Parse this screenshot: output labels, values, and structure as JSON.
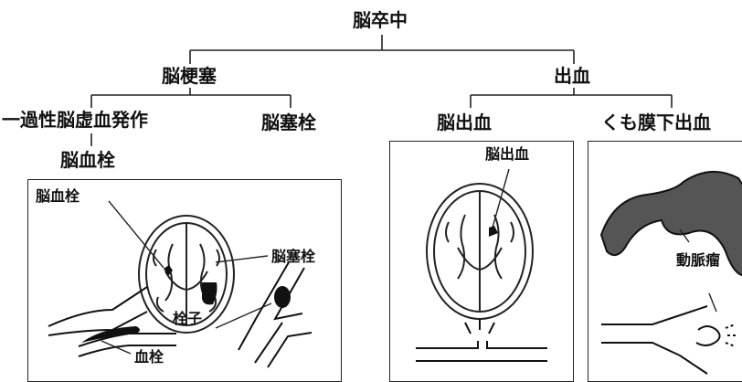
{
  "tree": {
    "root": "脳卒中",
    "level1": [
      "脳梗塞",
      "出血"
    ],
    "infarction_types": [
      "一過性脳虚血発作",
      "脳塞栓"
    ],
    "tia_note": "脳血栓",
    "hemorrhage_types": [
      "脳出血",
      "くも膜下出血"
    ]
  },
  "panels": {
    "infarction": {
      "thrombus": "脳血栓",
      "embolism": "脳塞栓",
      "embolus": "栓子",
      "clot": "血栓"
    },
    "ich": {
      "label": "脳出血"
    },
    "sah": {
      "aneurysm": "動脈瘤"
    }
  }
}
